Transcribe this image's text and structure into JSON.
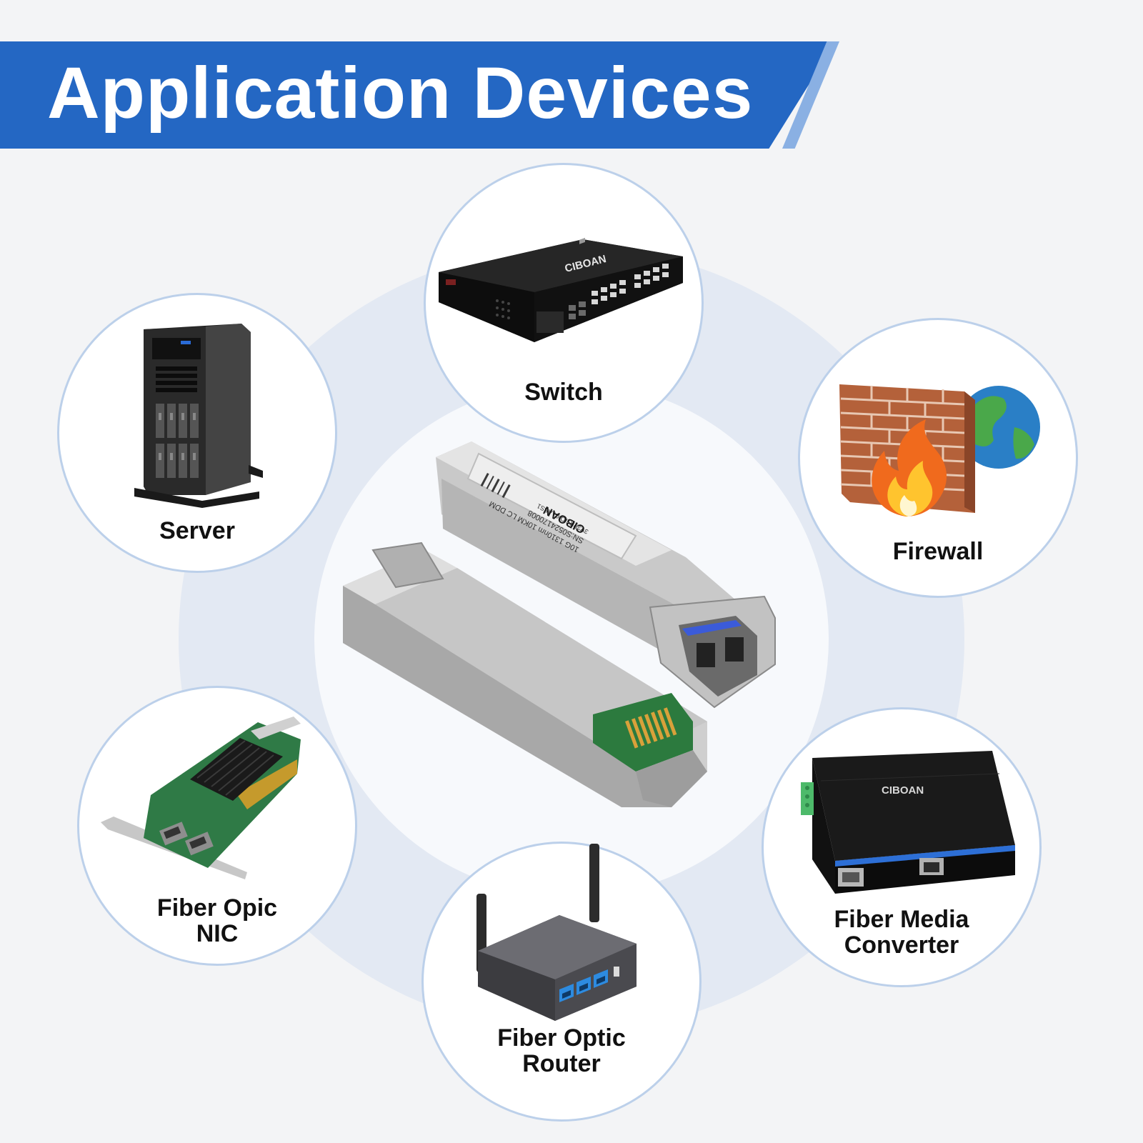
{
  "banner": {
    "title": "Application Devices"
  },
  "devices": [
    {
      "id": "switch",
      "label": "Switch",
      "icon": "network-switch-icon"
    },
    {
      "id": "server",
      "label": "Server",
      "icon": "tower-server-icon"
    },
    {
      "id": "firewall",
      "label": "Firewall",
      "icon": "firewall-icon"
    },
    {
      "id": "nic",
      "label_lines": [
        "Fiber Opic",
        "NIC"
      ],
      "icon": "network-card-icon"
    },
    {
      "id": "converter",
      "label_lines": [
        "Fiber Media",
        "Converter"
      ],
      "icon": "media-converter-icon"
    },
    {
      "id": "router",
      "label_lines": [
        "Fiber Optic",
        "Router"
      ],
      "icon": "router-icon"
    }
  ],
  "brand": {
    "name": "CIBOAN"
  },
  "product": {
    "module_label_lines": [
      "10G 1310nm 10KM LC DDM",
      "SN:S0524170008",
      "3V3PR I/O CLASS1"
    ],
    "icon": "sfp-transceiver-icon"
  },
  "colors": {
    "banner": "#2467c3",
    "banner_stripe": "#8ab0e3",
    "circle_border": "#bcd0ea",
    "background_ring": "#e3e9f3",
    "label_text": "#111111"
  }
}
